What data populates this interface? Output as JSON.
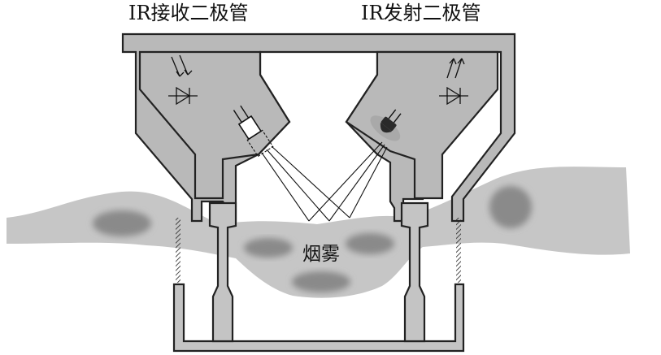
{
  "labels": {
    "receiver": "IR接收二极管",
    "emitter": "IR发射二极管",
    "smoke": "烟雾"
  },
  "colors": {
    "housing": "#b9b9b9",
    "smoke": "#c4c4c4",
    "smoke_dark": "#8a8a8a",
    "outline": "#222222"
  },
  "icons": [
    "photodiode-icon",
    "ir-led-icon",
    "diode-symbol-icon"
  ]
}
